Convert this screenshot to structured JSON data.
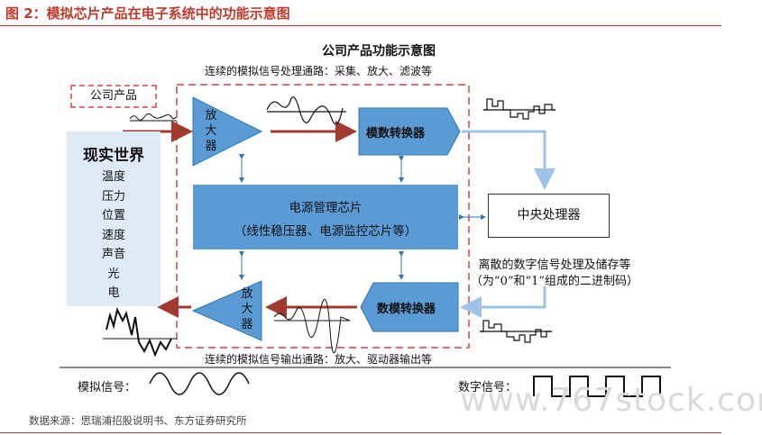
{
  "figure": {
    "title": "图 2：模拟芯片产品在电子系统中的功能示意图",
    "source": "数据来源：思瑞浦招股说明书、东方证券研究所",
    "watermark": "www.767stock.com"
  },
  "diagram": {
    "title": "公司产品功能示意图",
    "top_path": "连续的模拟信号处理通路：采集、放大、滤波等",
    "bottom_path": "连续的模拟信号输出通路：放大、驱动器输出等",
    "company_product": "公司产品",
    "real_world": {
      "title": "现实世界",
      "items": [
        "温度",
        "压力",
        "位置",
        "速度",
        "声音",
        "光",
        "电"
      ]
    },
    "amplifier_label": "放大器",
    "adc": "模数转换器",
    "dac": "数模转换器",
    "power_mgmt": {
      "line1": "电源管理芯片",
      "line2": "（线性稳压器、电源监控芯片等）"
    },
    "cpu": "中央处理器",
    "digital_note1": "离散的数字信号处理及储存等",
    "digital_note2": "（为“0”和“1”组成的二进制码）",
    "analog_signal": "模拟信号：",
    "digital_signal": "数字信号："
  },
  "colors": {
    "title_red": "#c0392b",
    "block_blue": "#5b9bd5",
    "panel_light_blue": "#deeaf6",
    "dashed_red": "#e07070",
    "arrow_dark_red": "#a33a2f",
    "arrow_light_blue": "#9dc3e6"
  }
}
